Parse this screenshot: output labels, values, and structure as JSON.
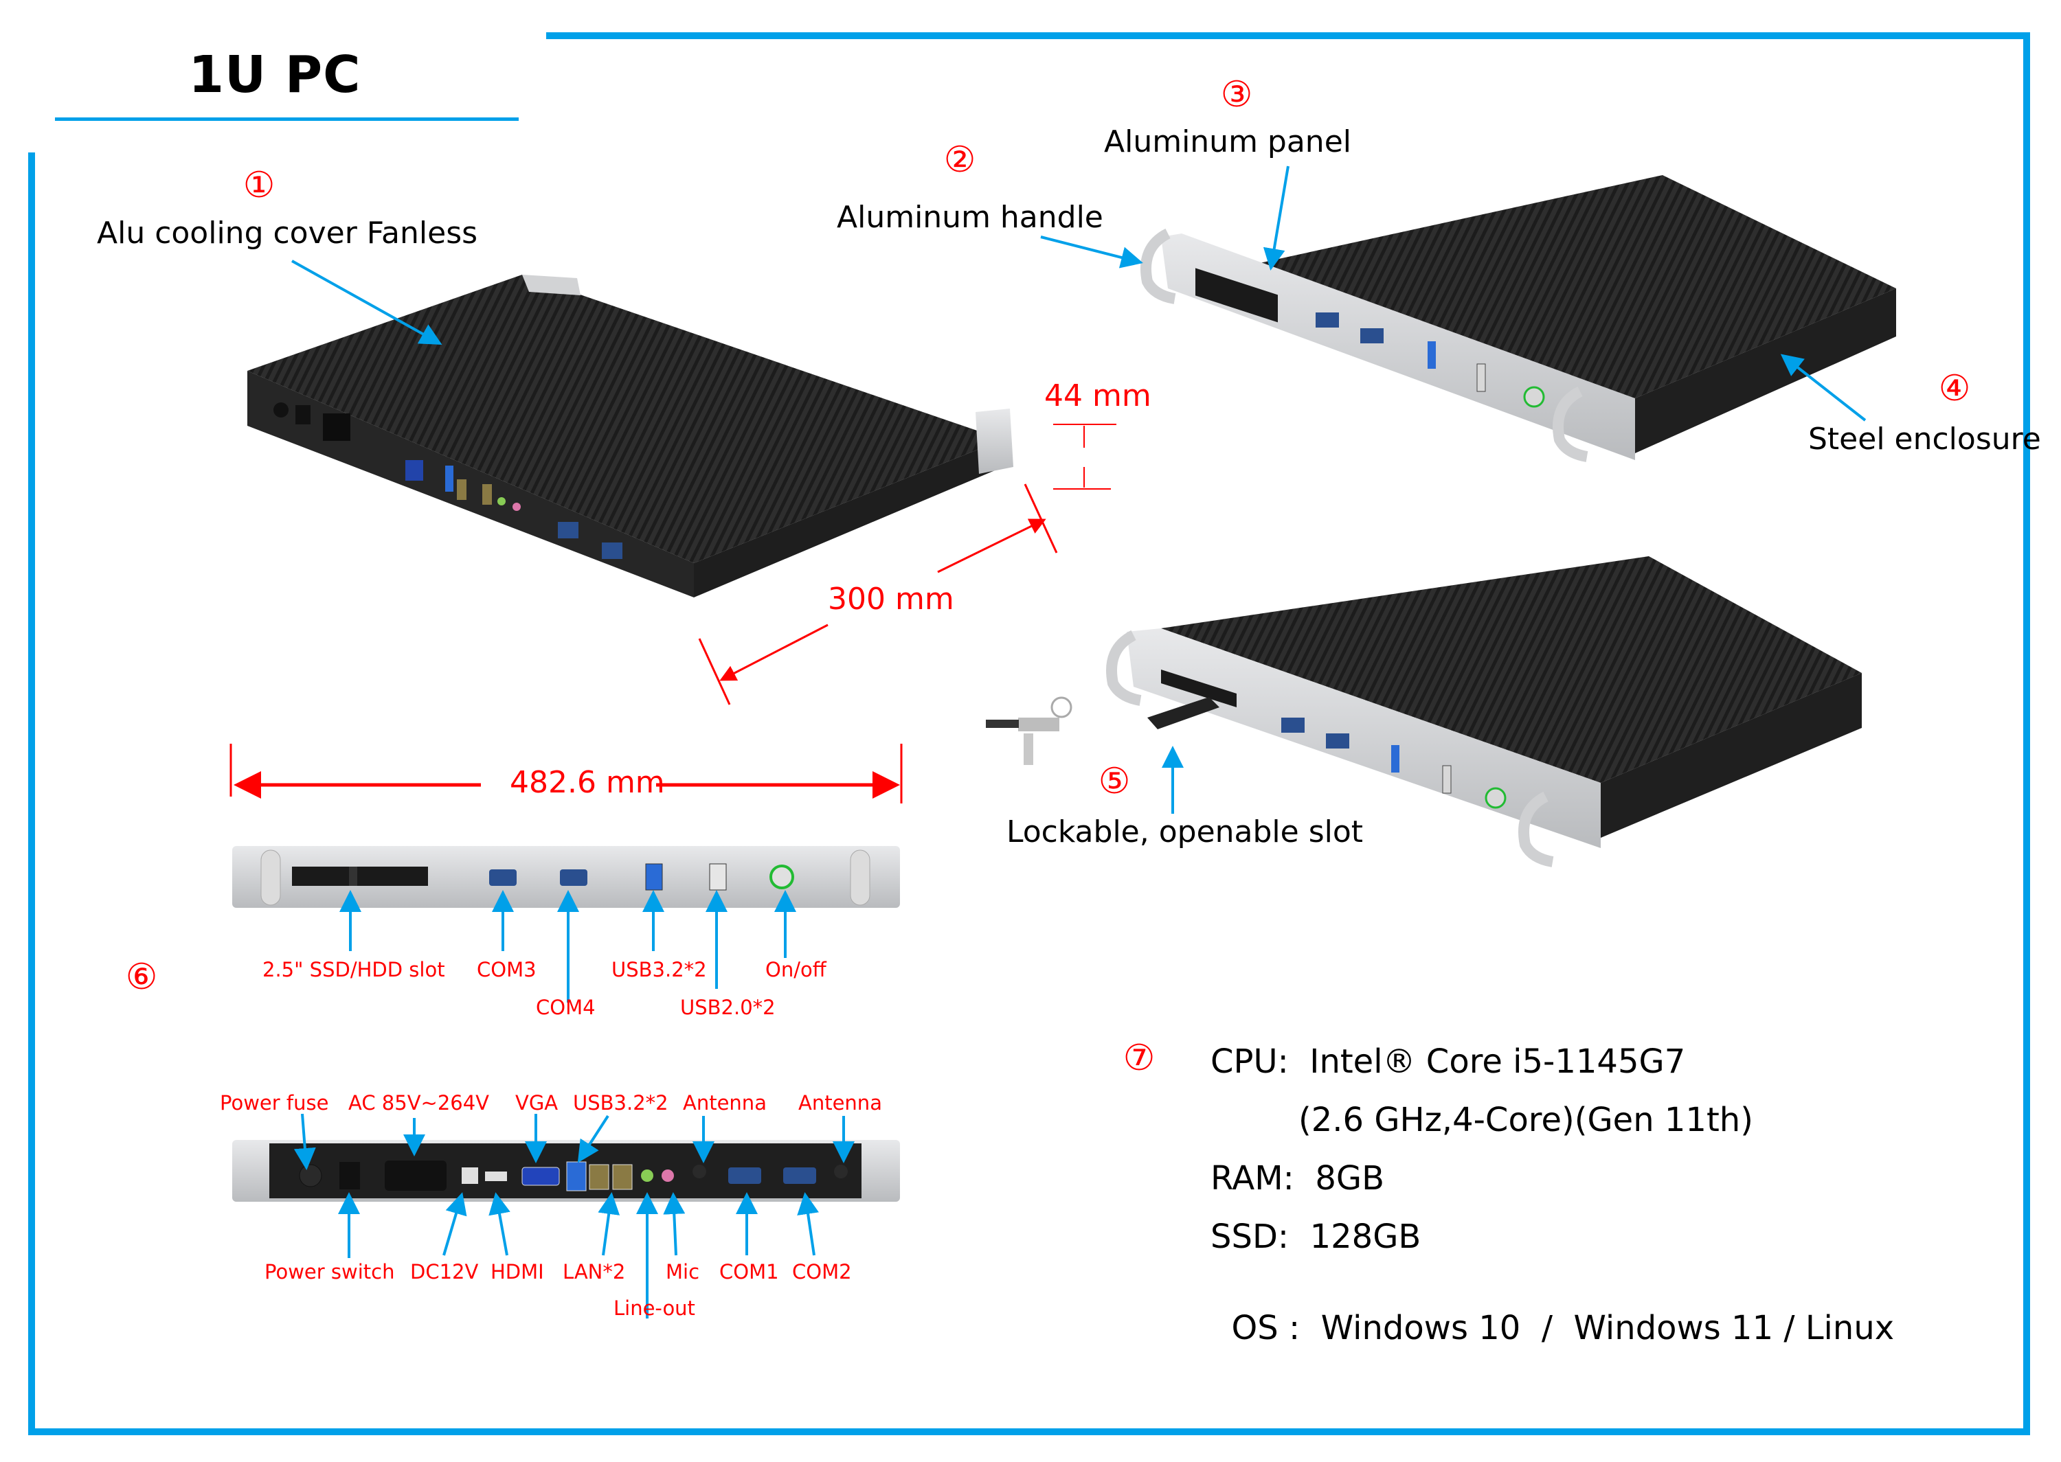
{
  "header": {
    "title": "1U PC"
  },
  "colors": {
    "frame_blue": "#00a0e9",
    "callout_red": "#ff0000",
    "enclosure_dark": "#2b2b2b",
    "panel_silver": "#c9cbce"
  },
  "callouts": [
    {
      "number": "①",
      "label": "Alu cooling cover Fanless"
    },
    {
      "number": "②",
      "label": "Aluminum handle"
    },
    {
      "number": "③",
      "label": "Aluminum panel"
    },
    {
      "number": "④",
      "label": "Steel enclosure"
    },
    {
      "number": "⑤",
      "label": "Lockable, openable slot"
    },
    {
      "number": "⑥",
      "label": ""
    },
    {
      "number": "⑦",
      "label": ""
    }
  ],
  "dimensions": {
    "height": "44 mm",
    "depth": "300 mm",
    "width": "482.6 mm"
  },
  "front_panel": {
    "ports": [
      {
        "label": "2.5\" SSD/HDD slot"
      },
      {
        "label": "COM3"
      },
      {
        "label": "COM4"
      },
      {
        "label": "USB3.2*2"
      },
      {
        "label": "USB2.0*2"
      },
      {
        "label": "On/off"
      }
    ]
  },
  "rear_panel": {
    "top_labels": [
      {
        "label": "Power fuse"
      },
      {
        "label": "AC 85V~264V"
      },
      {
        "label": "VGA"
      },
      {
        "label": "USB3.2*2"
      },
      {
        "label": "Antenna"
      },
      {
        "label": "Antenna"
      }
    ],
    "bottom_labels": [
      {
        "label": "Power switch"
      },
      {
        "label": "DC12V"
      },
      {
        "label": "HDMI"
      },
      {
        "label": "LAN*2"
      },
      {
        "label": "Line-out"
      },
      {
        "label": "Mic"
      },
      {
        "label": "COM1"
      },
      {
        "label": "COM2"
      }
    ]
  },
  "specs": {
    "cpu_label": "CPU:",
    "cpu_value": "Intel® Core i5-1145G7",
    "cpu_detail": "(2.6 GHz,4-Core)(Gen 11th)",
    "ram_label": "RAM:",
    "ram_value": "8GB",
    "ssd_label": "SSD:",
    "ssd_value": "128GB",
    "os_label": "OS :",
    "os_value": "Windows 10  /  Windows 11 / Linux"
  },
  "icons": {
    "key": "key-icon",
    "power": "power-icon"
  }
}
